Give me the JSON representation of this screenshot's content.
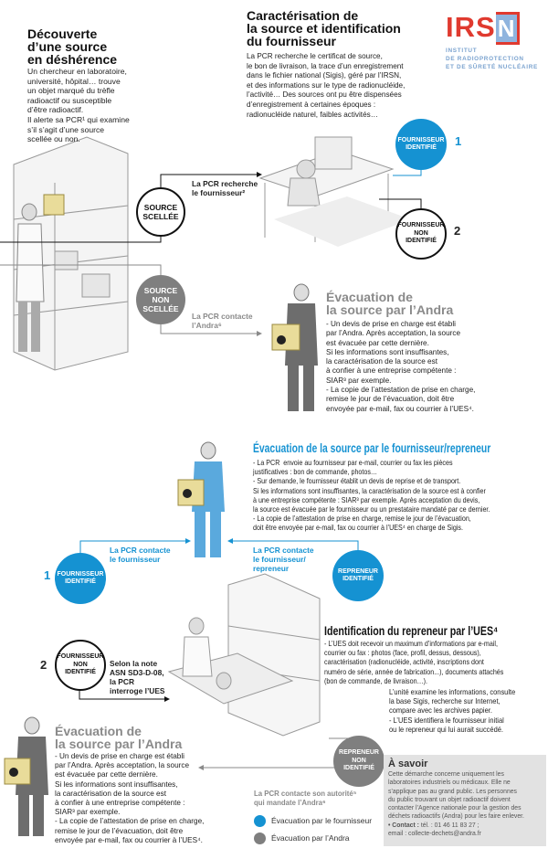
{
  "logo": {
    "letters": "IRSN",
    "line1": "INSTITUT",
    "line2": "DE RADIOPROTECTION",
    "line3": "ET DE SÛRETÉ NUCLÉAIRE",
    "red": "#e03a2f",
    "blue": "#8fb4de"
  },
  "colors": {
    "blue": "#1592d2",
    "gray": "#7f7f7f",
    "black": "#111111"
  },
  "discovery": {
    "title": "Découverte\nd’une source\nen déshérence",
    "body": "Un chercheur en laboratoire,\nuniversité, hôpital… trouve\nun objet marqué du trèfle\nradioactif ou susceptible\nd’être radioactif.\nIl alerte sa PCR¹ qui examine\ns’il s’agit d’une source\nscellée ou non."
  },
  "characterisation": {
    "title": "Caractérisation de\nla source et identification\ndu fournisseur",
    "body": "La PCR recherche le certificat de source,\nle bon de livraison, la trace d’un enregistrement\ndans le fichier national (Sigis), géré par l’IRSN,\net des informations sur le type de radionucléide,\nl’activité… Des sources ont pu être dispensées\nd’enregistrement à certaines époques :\nradionucléide naturel, faibles activités…"
  },
  "nodes": {
    "source_scellee": "SOURCE\nSCELLÉE",
    "source_non_scellee": "SOURCE\nNON\nSCELLÉE",
    "fournisseur_identifie": "FOURNISSEUR\nIDENTIFIÉ",
    "fournisseur_non_identifie": "FOURNISSEUR\nNON\nIDENTIFIÉ",
    "repreneur_identifie": "REPRENEUR\nIDENTIFIÉ",
    "repreneur_non_identifie": "REPRENEUR\nNON\nIDENTIFIÉ",
    "num1": "1",
    "num2": "2"
  },
  "arrows": {
    "recherche": "La PCR recherche\nle fournisseur²",
    "contacte_andra": "La PCR contacte\nl’Andra⁶",
    "contacte_fournisseur": "La PCR contacte\nle fournisseur",
    "contacte_repreneur": "La PCR contacte\nle fournisseur/\nrepreneur",
    "selon_note": "Selon la note\nASN SD3-D-08,\nla PCR\ninterroge l’UES",
    "contacte_autorite": "La PCR contacte son autorité⁵\nqui mandate l’Andra⁶"
  },
  "andra_top": {
    "title": "Évacuation de\nla source par l’Andra",
    "body": "- Un devis de prise en charge est établi\npar l’Andra. Après acceptation, la source\nest évacuée par cette dernière.\nSi les informations sont insuffisantes,\nla caractérisation de la source est\nà confier à une entreprise compétente :\nSIAR³ par exemple.\n- La copie de l’attestation de prise en charge,\nremise le jour de l’évacuation, doit être\nenvoyée par e-mail, fax ou courrier à l’UES⁴."
  },
  "fournisseur_section": {
    "title": "Évacuation de la source par le fournisseur/repreneur",
    "body": "- La PCR  envoie au fournisseur par e-mail, courrier ou fax les pièces\njustificatives : bon de commande, photos…\n- Sur demande, le fournisseur établit un devis de reprise et de transport.\nSi les informations sont insuffisantes, la caractérisation de la source est à confier\nà une entreprise compétente : SIAR³ par exemple. Après acceptation du devis,\nla source est évacuée par le fournisseur ou un prestataire mandaté par ce dernier.\n- La copie de l’attestation de prise en charge, remise le jour de l’évacuation,\ndoit être envoyée par e-mail, fax ou courrier à l’UES⁴ en charge de Sigis."
  },
  "ues_section": {
    "title": "Identification du repreneur par l’UES⁴",
    "body1": "- L’UES doit recevoir un maximum d’informations par e-mail,\ncourrier ou fax : photos (face, profil, dessus, dessous),\ncaractérisation (radionucléide, activité, inscriptions dont\nnuméro de série, année de fabrication...), documents attachés\n(bon de commande, de livraison…).",
    "body2": "L’unité examine les informations, consulte\nla base Sigis, recherche sur Internet,\ncompare avec les archives papier.\n- L’UES identifiera le fournisseur initial\nou le repreneur qui lui aurait succédé."
  },
  "andra_bottom": {
    "title": "Évacuation de\nla source par l’Andra",
    "body": "- Un devis de prise en charge est établi\npar l’Andra. Après acceptation, la source\nest évacuée par cette dernière.\nSi les informations sont insuffisantes,\nla caractérisation de la source est\nà confier à une entreprise compétente :\nSIAR³ par exemple.\n- La copie de l’attestation de prise en charge,\nremise le jour de l’évacuation, doit être\nenvoyée par e-mail, fax ou courrier à l’UES⁴."
  },
  "legend": [
    {
      "label": "Évacuation par le fournisseur",
      "color": "#1592d2"
    },
    {
      "label": "Évacuation par l’Andra",
      "color": "#7f7f7f"
    }
  ],
  "savoir": {
    "title": "À savoir",
    "body": "Cette démarche concerne uniquement les\nlaboratoires industriels ou médicaux. Elle ne\ns’applique pas au grand public. Les personnes\ndu public trouvant un objet radioactif doivent\ncontacter l’Agence nationale pour la gestion des\ndéchets radioactifs (Andra) pour les faire enlever.",
    "contact_label": "• Contact :",
    "contact": " tél. : 01 46 11 83 27 ;\nemail : collecte-dechets@andra.fr"
  }
}
